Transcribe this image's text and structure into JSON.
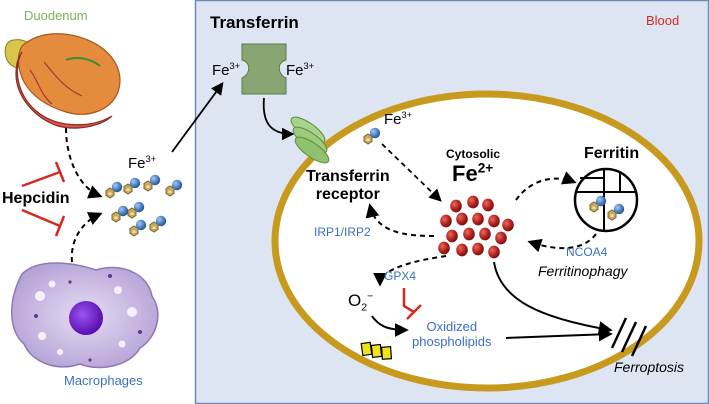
{
  "labels": {
    "duodenum": "Duodenum",
    "hepcidin": "Hepcidin",
    "macrophages": "Macrophages",
    "blood": "Blood",
    "transferrin": "Transferrin",
    "fe_ion_base": "Fe",
    "fe3_charge": "3+",
    "fe2_charge": "2+",
    "cytosolic": "Cytosolic",
    "transferrin_receptor_line1": "Transferrin",
    "transferrin_receptor_line2": "receptor",
    "ferritin": "Ferritin",
    "irp": "IRP1/IRP2",
    "ncoa4": "NCOA4",
    "ferritinophagy": "Ferritinophagy",
    "gpx4": "GPX4",
    "superoxide_base": "O",
    "superoxide_sub": "2",
    "superoxide_sup": "−",
    "oxidized_line1": "Oxidized",
    "oxidized_line2": "phospholipids",
    "ferroptosis": "Ferroptosis"
  },
  "colors": {
    "blood_panel_bg": "#dde5f2",
    "blood_panel_border": "#6d89b8",
    "cell_fill": "#ffffff",
    "cell_membrane": "#c79a1e",
    "transferrin_green": "#8aa574",
    "fe2_red": "#b1211e",
    "fe3_blue": "#4a7fc0",
    "hex_gold": "#c9a95a",
    "inhibit_red": "#d6281f",
    "label_blue": "#3b6fc4",
    "macrophage_purple": "#b6a3d6",
    "nucleus_purple": "#6a14c8",
    "channel_yellow": "#f2e21a"
  },
  "icons": {
    "duodenum": "duodenum-organ-icon",
    "macrophage": "macrophage-cell-icon",
    "transferrin": "transferrin-protein-icon",
    "receptor": "transferrin-receptor-icon",
    "ferritin": "ferritin-cage-icon",
    "channel": "membrane-channel-icon"
  }
}
